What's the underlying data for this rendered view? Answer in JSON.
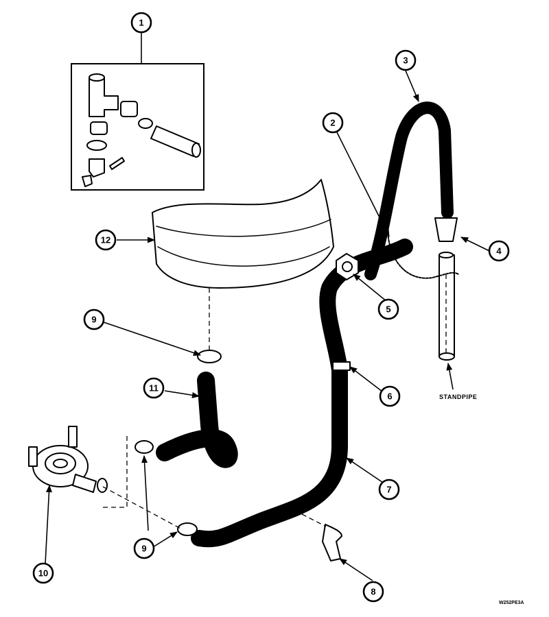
{
  "callouts": {
    "c1": "1",
    "c2": "2",
    "c3": "3",
    "c4": "4",
    "c5": "5",
    "c6": "6",
    "c7": "7",
    "c8": "8",
    "c9a": "9",
    "c9b": "9",
    "c10": "10",
    "c11": "11",
    "c12": "12"
  },
  "labels": {
    "standpipe": "STANDPIPE",
    "drawing_code": "W252PE3A"
  }
}
